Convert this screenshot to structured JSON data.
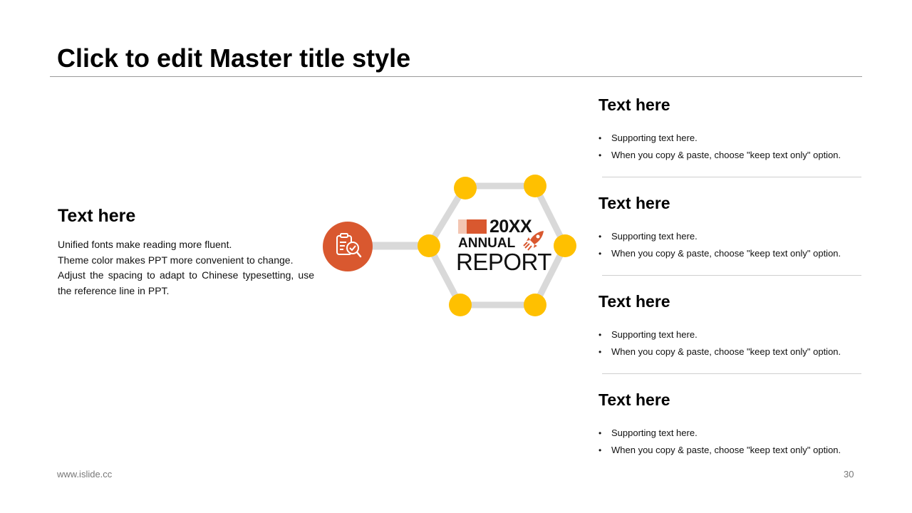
{
  "slide": {
    "title": "Click to edit Master title style",
    "footer_url": "www.islide.cc",
    "page_number": "30"
  },
  "left": {
    "heading": "Text here",
    "lines": [
      "Unified fonts make reading more fluent.",
      "Theme color makes PPT more convenient to change.",
      "Adjust the spacing to adapt to Chinese typesetting, use the reference line in PPT."
    ]
  },
  "diagram": {
    "badge": {
      "year": "20XX",
      "annual": "ANNUAL",
      "report": "REPORT"
    },
    "icon": "document-search-icon",
    "colors": {
      "node": "#ffc000",
      "ring": "#d9d9d9",
      "accent": "#d9582f",
      "accent_light": "#f3c6b3"
    }
  },
  "items": [
    {
      "heading": "Text here",
      "bullets": [
        "Supporting text here.",
        "When you copy & paste, choose \"keep text only\" option."
      ]
    },
    {
      "heading": "Text here",
      "bullets": [
        "Supporting text here.",
        "When you copy & paste, choose \"keep text only\" option."
      ]
    },
    {
      "heading": "Text here",
      "bullets": [
        "Supporting text here.",
        "When you copy & paste, choose \"keep text only\" option."
      ]
    },
    {
      "heading": "Text here",
      "bullets": [
        "Supporting text here.",
        "When you copy & paste, choose \"keep text only\" option."
      ]
    }
  ]
}
